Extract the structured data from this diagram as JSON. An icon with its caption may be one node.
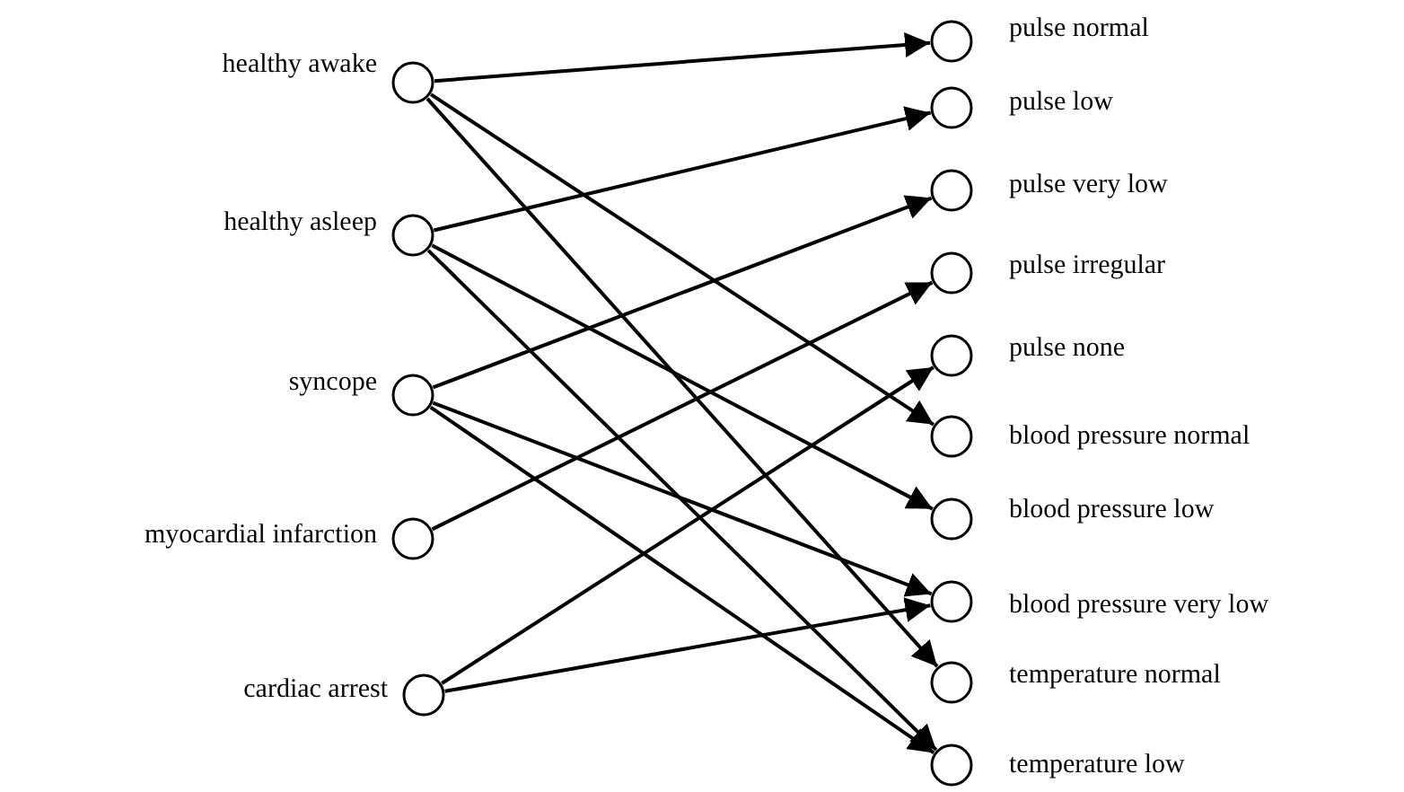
{
  "diagram": {
    "nodes": [
      {
        "text": [
          "healthy awake"
        ]
      },
      {
        "text": [
          "healthy asleep"
        ]
      },
      {
        "text": [
          "syncope"
        ]
      },
      {
        "text": [
          "myocardial infarction"
        ]
      },
      {
        "text": [
          "cardiac arrest"
        ]
      },
      {
        "text": [
          "pulse normal"
        ]
      },
      {
        "text": [
          "pulse low"
        ]
      },
      {
        "text": [
          "pulse very low"
        ]
      },
      {
        "text": [
          "pulse irregular"
        ]
      },
      {
        "text": [
          "pulse none"
        ]
      },
      {
        "text": [
          "blood pressure normal"
        ]
      },
      {
        "text": [
          "blood pressure low"
        ]
      },
      {
        "text": [
          "blood pressure very low"
        ]
      },
      {
        "text": [
          "temperature normal"
        ]
      },
      {
        "text": [
          "temperature low"
        ]
      }
    ],
    "edges": [
      {
        "from": 0,
        "to": 5,
        "arrow": "to"
      },
      {
        "from": 0,
        "to": 10,
        "arrow": "to"
      },
      {
        "from": 0,
        "to": 13,
        "arrow": "to"
      },
      {
        "from": 1,
        "to": 6,
        "arrow": "to"
      },
      {
        "from": 1,
        "to": 11,
        "arrow": "to"
      },
      {
        "from": 1,
        "to": 14,
        "arrow": "to"
      },
      {
        "from": 2,
        "to": 7,
        "arrow": "to"
      },
      {
        "from": 2,
        "to": 12,
        "arrow": "to"
      },
      {
        "from": 2,
        "to": 14,
        "arrow": "to"
      },
      {
        "from": 3,
        "to": 8,
        "arrow": "to"
      },
      {
        "from": 4,
        "to": 9,
        "arrow": "to"
      },
      {
        "from": 4,
        "to": 12,
        "arrow": "to"
      }
    ]
  }
}
